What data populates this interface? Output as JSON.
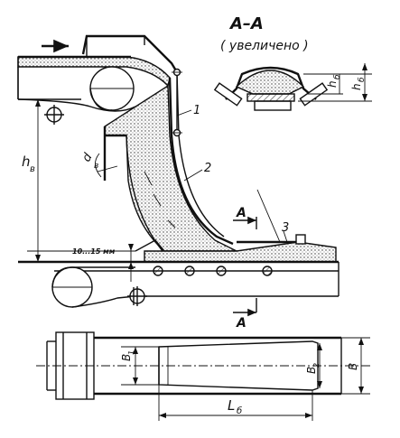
{
  "section_title": "А–А",
  "section_note": "( увеличено )",
  "callouts": {
    "c1": "1",
    "c2": "2",
    "c3": "3"
  },
  "dimensions": {
    "h_v": "h",
    "h_v_sub": "в",
    "d_v": "d",
    "d_v_sub": "в",
    "gap": "10...15 мм",
    "h_b": "h",
    "h_b_sub": "б",
    "h_b2": "h",
    "h_b2_sub": "б",
    "b1": "B",
    "b1_sub": "1",
    "b2": "B",
    "b2_sub": "2",
    "b": "B",
    "l_b": "L",
    "l_b_sub": "б"
  },
  "section_marks": {
    "top": "A",
    "bottom": "A"
  }
}
